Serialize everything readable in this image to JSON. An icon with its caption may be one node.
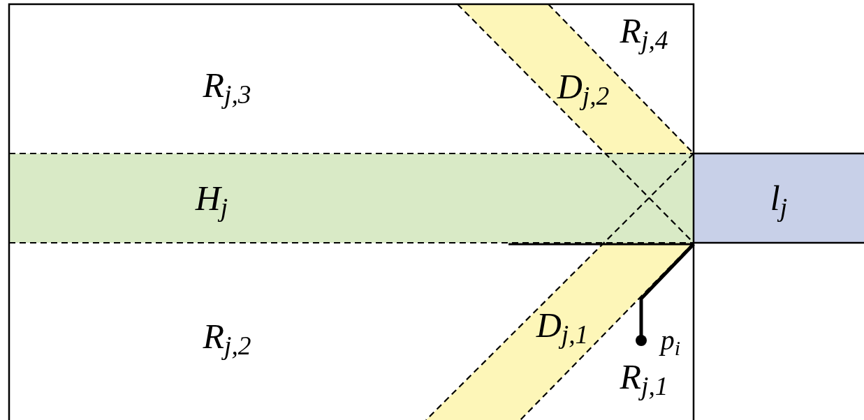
{
  "diagram": {
    "nodes": [
      {
        "text": [
          "H$_{j}$"
        ]
      },
      {
        "text": [
          "l$_{j}$"
        ]
      },
      {
        "text": [
          "D$_{j,2}$"
        ]
      },
      {
        "text": [
          "D$_{j,1}$"
        ]
      }
    ],
    "labels": [
      "R$_{j,4}$",
      "R$_{j,3}$",
      "R$_{j,2}$",
      "p$_{i}$",
      "R$_{j,1}$"
    ]
  }
}
